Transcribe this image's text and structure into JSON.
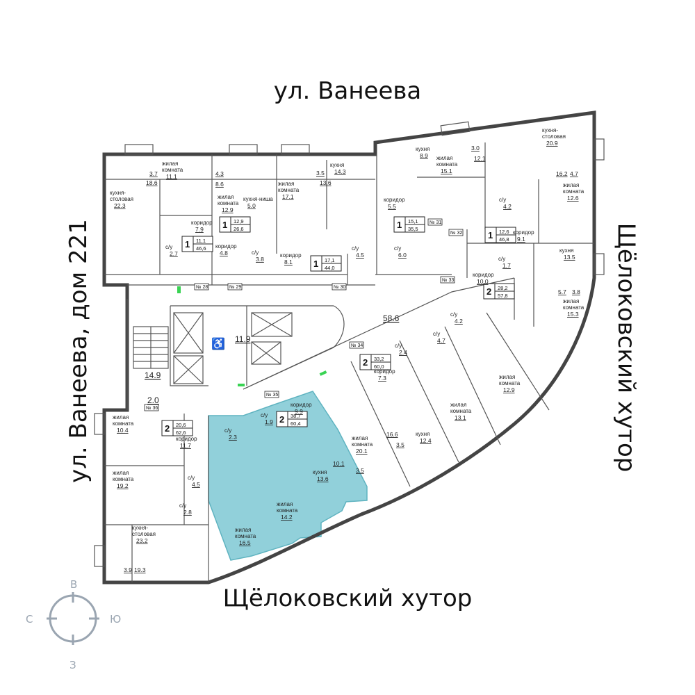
{
  "streets": {
    "top": "ул. Ванеева",
    "left": "ул. Ванеева, дом 221",
    "right": "Щёлоковский хутор",
    "bottom": "Щёлоковский хутор"
  },
  "compass": {
    "north": "В",
    "east": "Ю",
    "south": "З",
    "west": "С",
    "color": "#9aa5b1"
  },
  "highlight_color": "#7ec8d3",
  "apartments": [
    {
      "rooms": "1",
      "living": "11,1",
      "total": "46,6"
    },
    {
      "rooms": "1",
      "living": "12,9",
      "total": "26,6"
    },
    {
      "rooms": "1",
      "living": "17,1",
      "total": "44,0"
    },
    {
      "rooms": "1",
      "living": "15,1",
      "total": "35,5"
    },
    {
      "rooms": "1",
      "living": "12,6",
      "total": "46,8"
    },
    {
      "rooms": "2",
      "living": "28,2",
      "total": "57,8"
    },
    {
      "rooms": "2",
      "living": "33,2",
      "total": "60,0"
    },
    {
      "rooms": "2",
      "living": "38,7",
      "total": "60,4",
      "selected": true
    },
    {
      "rooms": "2",
      "living": "20,6",
      "total": "62,6"
    }
  ],
  "apartment_numbers": [
    "№ 28",
    "№ 29",
    "№ 30",
    "№ 31",
    "№ 32",
    "№ 33",
    "№ 34",
    "№ 35",
    "№ 36"
  ],
  "rooms": [
    {
      "label": "жилая комната",
      "area": "11.1"
    },
    {
      "label": "",
      "area": "3.7"
    },
    {
      "label": "",
      "area": "18.6"
    },
    {
      "label": "кухня- столовая",
      "area": "22.3"
    },
    {
      "label": "коридор",
      "area": "7.9"
    },
    {
      "label": "с/у",
      "area": "2.7"
    },
    {
      "label": "",
      "area": "4.3"
    },
    {
      "label": "",
      "area": "8.6"
    },
    {
      "label": "жилая комната",
      "area": "12.9"
    },
    {
      "label": "кухня-ниша",
      "area": "5.0"
    },
    {
      "label": "коридор",
      "area": "4.8"
    },
    {
      "label": "с/у",
      "area": "3.8"
    },
    {
      "label": "",
      "area": "3.5"
    },
    {
      "label": "",
      "area": "13.6"
    },
    {
      "label": "жилая комната",
      "area": "17.1"
    },
    {
      "label": "кухня",
      "area": "14.3"
    },
    {
      "label": "коридор",
      "area": "8.1"
    },
    {
      "label": "с/у",
      "area": "4.5"
    },
    {
      "label": "кухня",
      "area": "8.9"
    },
    {
      "label": "",
      "area": "3.0"
    },
    {
      "label": "",
      "area": "12.1"
    },
    {
      "label": "жилая комната",
      "area": "15.1"
    },
    {
      "label": "коридор",
      "area": "5.5"
    },
    {
      "label": "с/у",
      "area": "6.0"
    },
    {
      "label": "кухня- столовая",
      "area": "20.9"
    },
    {
      "label": "",
      "area": "16.2"
    },
    {
      "label": "",
      "area": "4.7"
    },
    {
      "label": "жилая комната",
      "area": "12.6"
    },
    {
      "label": "с/у",
      "area": "4.2"
    },
    {
      "label": "коридор",
      "area": "9.1"
    },
    {
      "label": "кухня",
      "area": "13.5"
    },
    {
      "label": "",
      "area": "5.7"
    },
    {
      "label": "",
      "area": "3.8"
    },
    {
      "label": "жилая комната",
      "area": "15.3"
    },
    {
      "label": "коридор",
      "area": "10.0"
    },
    {
      "label": "с/у",
      "area": "1.7"
    },
    {
      "label": "",
      "area": "58.6"
    },
    {
      "label": "с/у",
      "area": "4.2"
    },
    {
      "label": "с/у",
      "area": "4.7"
    },
    {
      "label": "с/у",
      "area": "2.4"
    },
    {
      "label": "коридор",
      "area": "7.3"
    },
    {
      "label": "жилая комната",
      "area": "12.9"
    },
    {
      "label": "жилая комната",
      "area": "13.1"
    },
    {
      "label": "кухня",
      "area": "12.4"
    },
    {
      "label": "",
      "area": "16.6"
    },
    {
      "label": "",
      "area": "3.5"
    },
    {
      "label": "жилая комната",
      "area": "20.1"
    },
    {
      "label": "коридор",
      "area": "9.9"
    },
    {
      "label": "с/у",
      "area": "1.9"
    },
    {
      "label": "с/у",
      "area": "2.3"
    },
    {
      "label": "кухня",
      "area": "13.6"
    },
    {
      "label": "",
      "area": "10.1"
    },
    {
      "label": "",
      "area": "3.5"
    },
    {
      "label": "жилая комната",
      "area": "14.2"
    },
    {
      "label": "жилая комната",
      "area": "16.5"
    },
    {
      "label": "жилая комната",
      "area": "10.4"
    },
    {
      "label": "жилая комната",
      "area": "19.2"
    },
    {
      "label": "коридор",
      "area": "11.7"
    },
    {
      "label": "с/у",
      "area": "4.5"
    },
    {
      "label": "с/у",
      "area": "2.8"
    },
    {
      "label": "кухня- столовая",
      "area": "23.2"
    },
    {
      "label": "",
      "area": "3.9"
    },
    {
      "label": "",
      "area": "19.3"
    },
    {
      "label": "",
      "area": "14.9"
    },
    {
      "label": "",
      "area": "2.0"
    },
    {
      "label": "",
      "area": "11.9"
    }
  ]
}
